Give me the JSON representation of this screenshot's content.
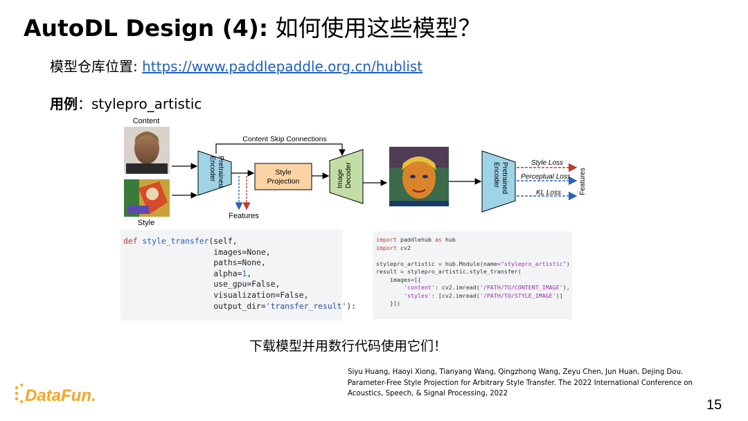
{
  "slide": {
    "title_bold": "AutoDL Design (4):",
    "title_rest": " 如何使用这些模型？",
    "repo_label": "模型仓库位置: ",
    "repo_url": "https://www.paddlepaddle.org.cn/hublist",
    "example_label": "用例",
    "example_sep": "：",
    "example_value": "stylepro_artistic",
    "caption": "下载模型并用数行代码使用它们！",
    "citation_line1": "Siyu Huang, Haoyi Xiong, Tianyang Wang, Qingzhong Wang, Zeyu Chen, Jun Huan, Dejing Dou.",
    "citation_line2": "Parameter-Free Style Projection for Arbitrary Style Transfer. The 2022 International Conference on",
    "citation_line3": "Acoustics, Speech, & Signal Processing, 2022",
    "page_number": "15",
    "logo_text": "DataFun."
  },
  "diagram": {
    "content_label": "Content",
    "style_label": "Style",
    "skip_label": "Content Skip Connections",
    "encoder_label_1": "Pretrained",
    "encoder_label_2": "Encoder",
    "projection_label_1": "Style",
    "projection_label_2": "Projection",
    "decoder_label_1": "Image",
    "decoder_label_2": "Decoder",
    "features_label": "Features",
    "encoder2_label_1": "Pretrained",
    "encoder2_label_2": "Encoder",
    "loss_style": "Style Loss",
    "loss_perceptual": "Perceptual Loss",
    "loss_kl": "KL Loss",
    "features_vertical": "Features"
  },
  "code_left": {
    "def": "def",
    "fn_name": "style_transfer",
    "line1_rest": "(self,",
    "line2": "images=None,",
    "line3": "paths=None,",
    "line4_a": "alpha=",
    "line4_num": "1",
    "line4_b": ",",
    "line5": "use_gpu=False,",
    "line6": "visualization=False,",
    "line7_a": "output_dir=",
    "line7_str": "'transfer_result'",
    "line7_b": "):"
  },
  "code_right": {
    "l1_kw": "import",
    "l1_rest": " paddlehub ",
    "l1_as": "as",
    "l1_end": " hub",
    "l2_kw": "import",
    "l2_rest": " cv2",
    "l3_a": "stylepro_artistic = hub.Module(name=",
    "l3_str": "\"stylepro_artistic\"",
    "l3_b": ")",
    "l4": "result = stylepro_artistic.style_transfer(",
    "l5": "    images=[{",
    "l6_str": "'content'",
    "l6_a": ": cv2.imread(",
    "l6_path": "'/PATH/TO/CONTENT_IMAGE'",
    "l6_b": "),",
    "l7_str": "'styles'",
    "l7_a": ": [cv2.imread(",
    "l7_path": "'/PATH/TO/STYLE_IMAGE'",
    "l7_b": ")]",
    "l8": "    }])"
  },
  "colors": {
    "encoder_fill": "#9fd3e6",
    "projection_fill": "#fbd3a6",
    "decoder_fill": "#c3dda6",
    "style_loss": "#c0392b",
    "perceptual_loss": "#2a63b8",
    "kl_loss": "#2a63b8",
    "link": "#1f5fbf",
    "logo": "#f5a623"
  }
}
